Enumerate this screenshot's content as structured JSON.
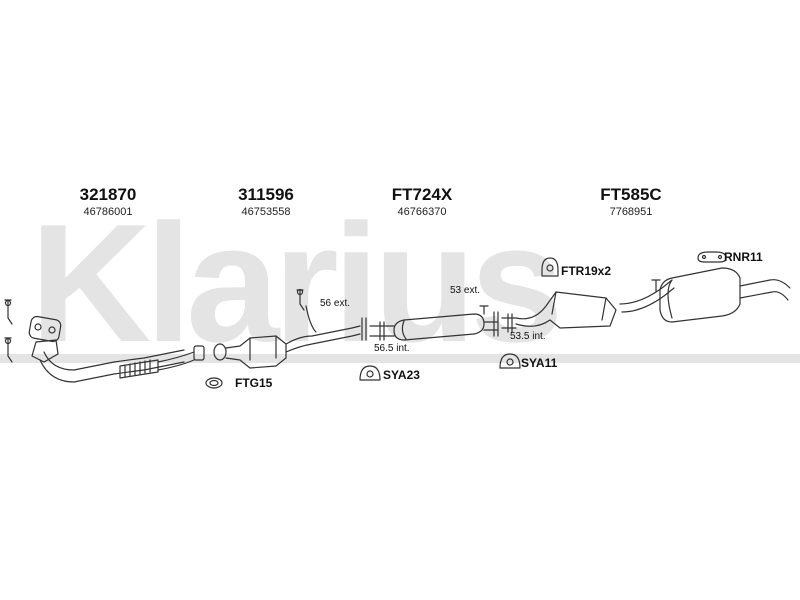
{
  "watermark": {
    "text": "Klarius"
  },
  "parts": [
    {
      "code": "321870",
      "oem": "46786001"
    },
    {
      "code": "311596",
      "oem": "46753558"
    },
    {
      "code": "FT724X",
      "oem": "46766370"
    },
    {
      "code": "FT585C",
      "oem": "7768951"
    }
  ],
  "pipe_labels": {
    "ext_56": "56 ext.",
    "int_56_5": "56.5 int.",
    "ext_53": "53 ext.",
    "int_53_5": "53.5 int."
  },
  "accessories": {
    "rnr11": "RNR11",
    "ftr19": "FTR19x2",
    "ftg15": "FTG15",
    "sya23": "SYA23",
    "sya11": "SYA11"
  },
  "colors": {
    "line": "#333333",
    "watermark": "#e4e4e4"
  }
}
